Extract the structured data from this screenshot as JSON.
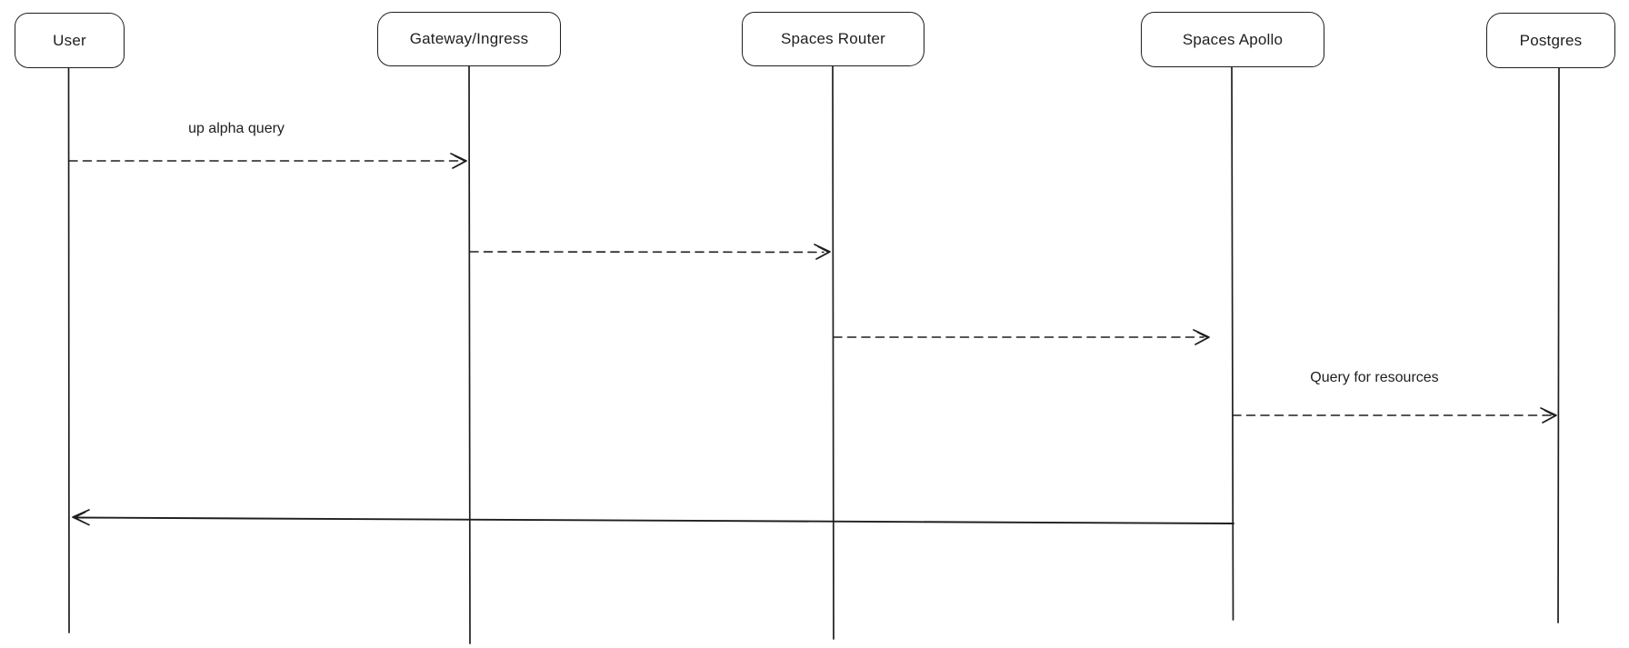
{
  "diagram": {
    "kind": "sequence-diagram",
    "style": "hand-drawn",
    "colors": {
      "stroke": "#1e1e1e",
      "background": "#ffffff"
    },
    "participants": [
      {
        "label": "User"
      },
      {
        "label": "Gateway/Ingress"
      },
      {
        "label": "Spaces Router"
      },
      {
        "label": "Spaces Apollo"
      },
      {
        "label": "Postgres"
      }
    ],
    "messages": [
      {
        "from": "User",
        "to": "Gateway/Ingress",
        "label": "up alpha query",
        "line": "dashed",
        "direction": "right"
      },
      {
        "from": "Gateway/Ingress",
        "to": "Spaces Router",
        "label": "",
        "line": "dashed",
        "direction": "right"
      },
      {
        "from": "Spaces Router",
        "to": "Spaces Apollo",
        "label": "",
        "line": "dashed",
        "direction": "right"
      },
      {
        "from": "Spaces Apollo",
        "to": "Postgres",
        "label": "Query for resources",
        "line": "dashed",
        "direction": "right"
      },
      {
        "from": "Spaces Apollo",
        "to": "User",
        "label": "",
        "line": "solid",
        "direction": "left"
      }
    ]
  }
}
